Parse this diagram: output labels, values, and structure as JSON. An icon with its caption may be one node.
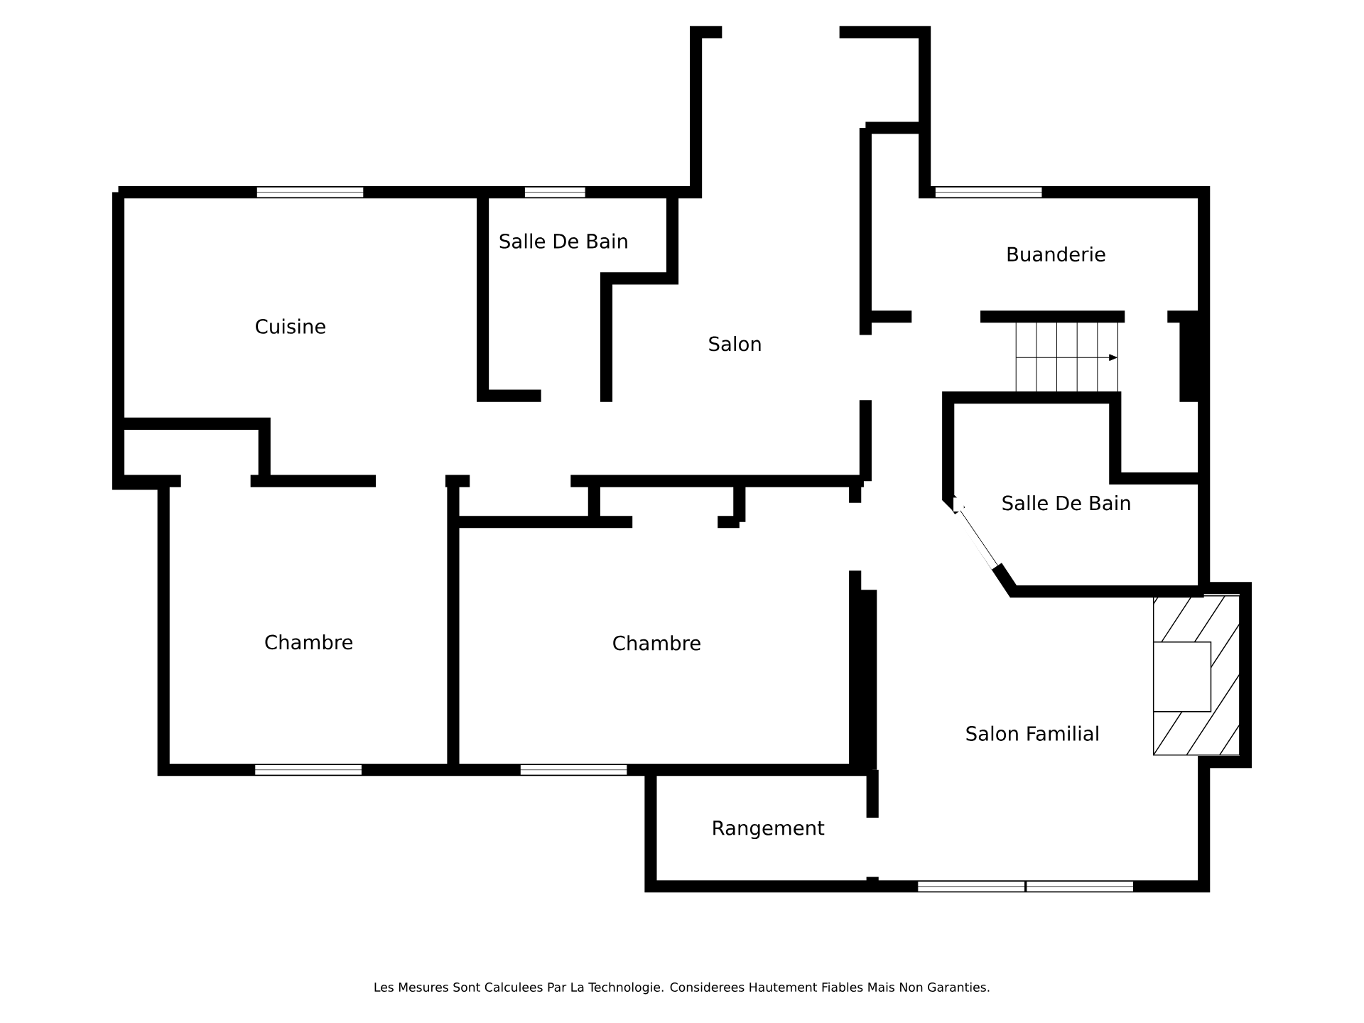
{
  "diagram": {
    "labels": [
      "Salle De Bain",
      "Buanderie",
      "Cuisine",
      "Salon",
      "Salle De Bain",
      "Chambre",
      "Chambre",
      "Salon Familial",
      "Rangement",
      "Les Mesures Sont Calculees Par La Technologie. Considerees Hautement Fiables Mais Non Garanties."
    ]
  }
}
